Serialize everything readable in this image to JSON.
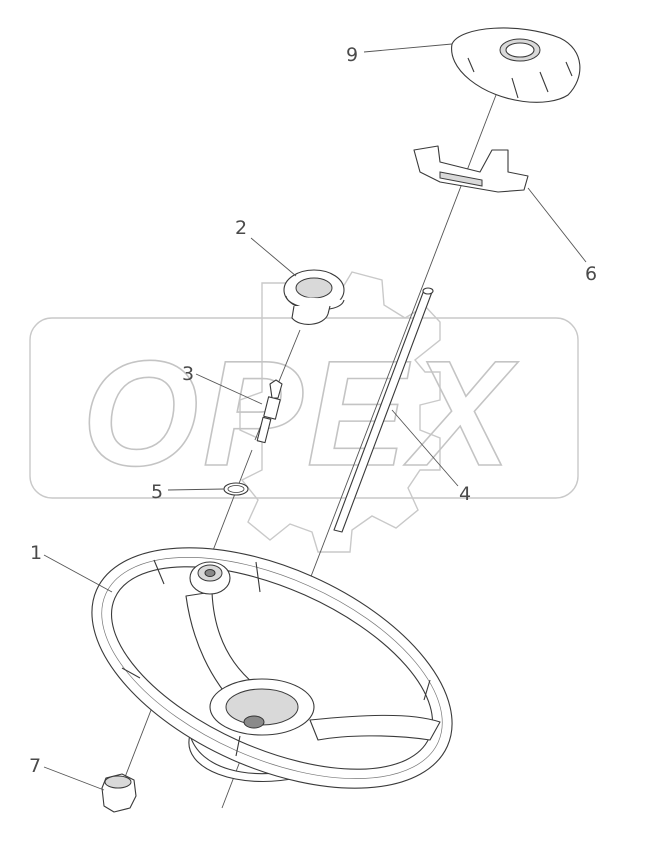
{
  "watermark": {
    "text": "OPEX"
  },
  "callouts": [
    {
      "id": "9",
      "label": "9"
    },
    {
      "id": "2",
      "label": "2"
    },
    {
      "id": "6",
      "label": "6"
    },
    {
      "id": "3",
      "label": "3"
    },
    {
      "id": "4",
      "label": "4"
    },
    {
      "id": "5",
      "label": "5"
    },
    {
      "id": "1",
      "label": "1"
    },
    {
      "id": "7",
      "label": "7"
    }
  ]
}
